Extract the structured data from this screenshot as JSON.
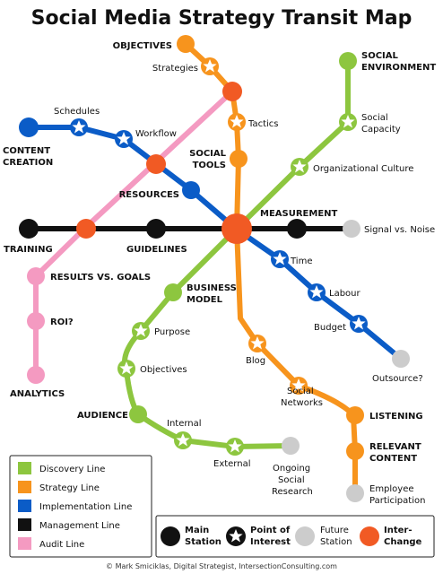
{
  "title": "Social Media Strategy Transit Map",
  "credit": "© Mark Smiciklas, Digital Strategist, IntersectionConsulting.com",
  "colors": {
    "discovery": "#8dc63f",
    "strategy": "#f7941d",
    "implementation": "#0b5cc7",
    "management": "#111111",
    "audit": "#f49ac1",
    "interchange": "#f15a24",
    "future": "#cccccc"
  },
  "stations": {
    "objectives_top": "OBJECTIVES",
    "strategies": "Strategies",
    "tactics": "Tactics",
    "social_tools_1": "SOCIAL",
    "social_tools_2": "TOOLS",
    "social_env_1": "SOCIAL",
    "social_env_2": "ENVIRONMENT",
    "social_capacity_1": "Social",
    "social_capacity_2": "Capacity",
    "org_culture": "Organizational Culture",
    "schedules": "Schedules",
    "workflow": "Workflow",
    "content_creation_1": "CONTENT",
    "content_creation_2": "CREATION",
    "resources": "RESOURCES",
    "measurement": "MEASUREMENT",
    "signal_noise": "Signal vs. Noise",
    "training": "TRAINING",
    "guidelines": "GUIDELINES",
    "results_goals": "RESULTS VS. GOALS",
    "roi": "ROI?",
    "analytics": "ANALYTICS",
    "time": "Time",
    "labour": "Labour",
    "budget": "Budget",
    "outsource": "Outsource?",
    "business_model_1": "BUSINESS",
    "business_model_2": "MODEL",
    "purpose": "Purpose",
    "objectives_low": "Objectives",
    "audience": "AUDIENCE",
    "internal": "Internal",
    "external": "External",
    "ongoing_1": "Ongoing",
    "ongoing_2": "Social",
    "ongoing_3": "Research",
    "blog": "Blog",
    "social_networks_1": "Social",
    "social_networks_2": "Networks",
    "listening": "LISTENING",
    "relevant_content_1": "RELEVANT",
    "relevant_content_2": "CONTENT",
    "employee_1": "Employee",
    "employee_2": "Participation"
  },
  "lines_legend": [
    {
      "label": "Discovery Line",
      "color": "#8dc63f"
    },
    {
      "label": "Strategy Line",
      "color": "#f7941d"
    },
    {
      "label": "Implementation Line",
      "color": "#0b5cc7"
    },
    {
      "label": "Management Line",
      "color": "#111111"
    },
    {
      "label": "Audit Line",
      "color": "#f49ac1"
    }
  ],
  "station_legend": {
    "main_1": "Main",
    "main_2": "Station",
    "poi_1": "Point of",
    "poi_2": "Interest",
    "future_1": "Future",
    "future_2": "Station",
    "inter_1": "Inter-",
    "inter_2": "Change"
  }
}
